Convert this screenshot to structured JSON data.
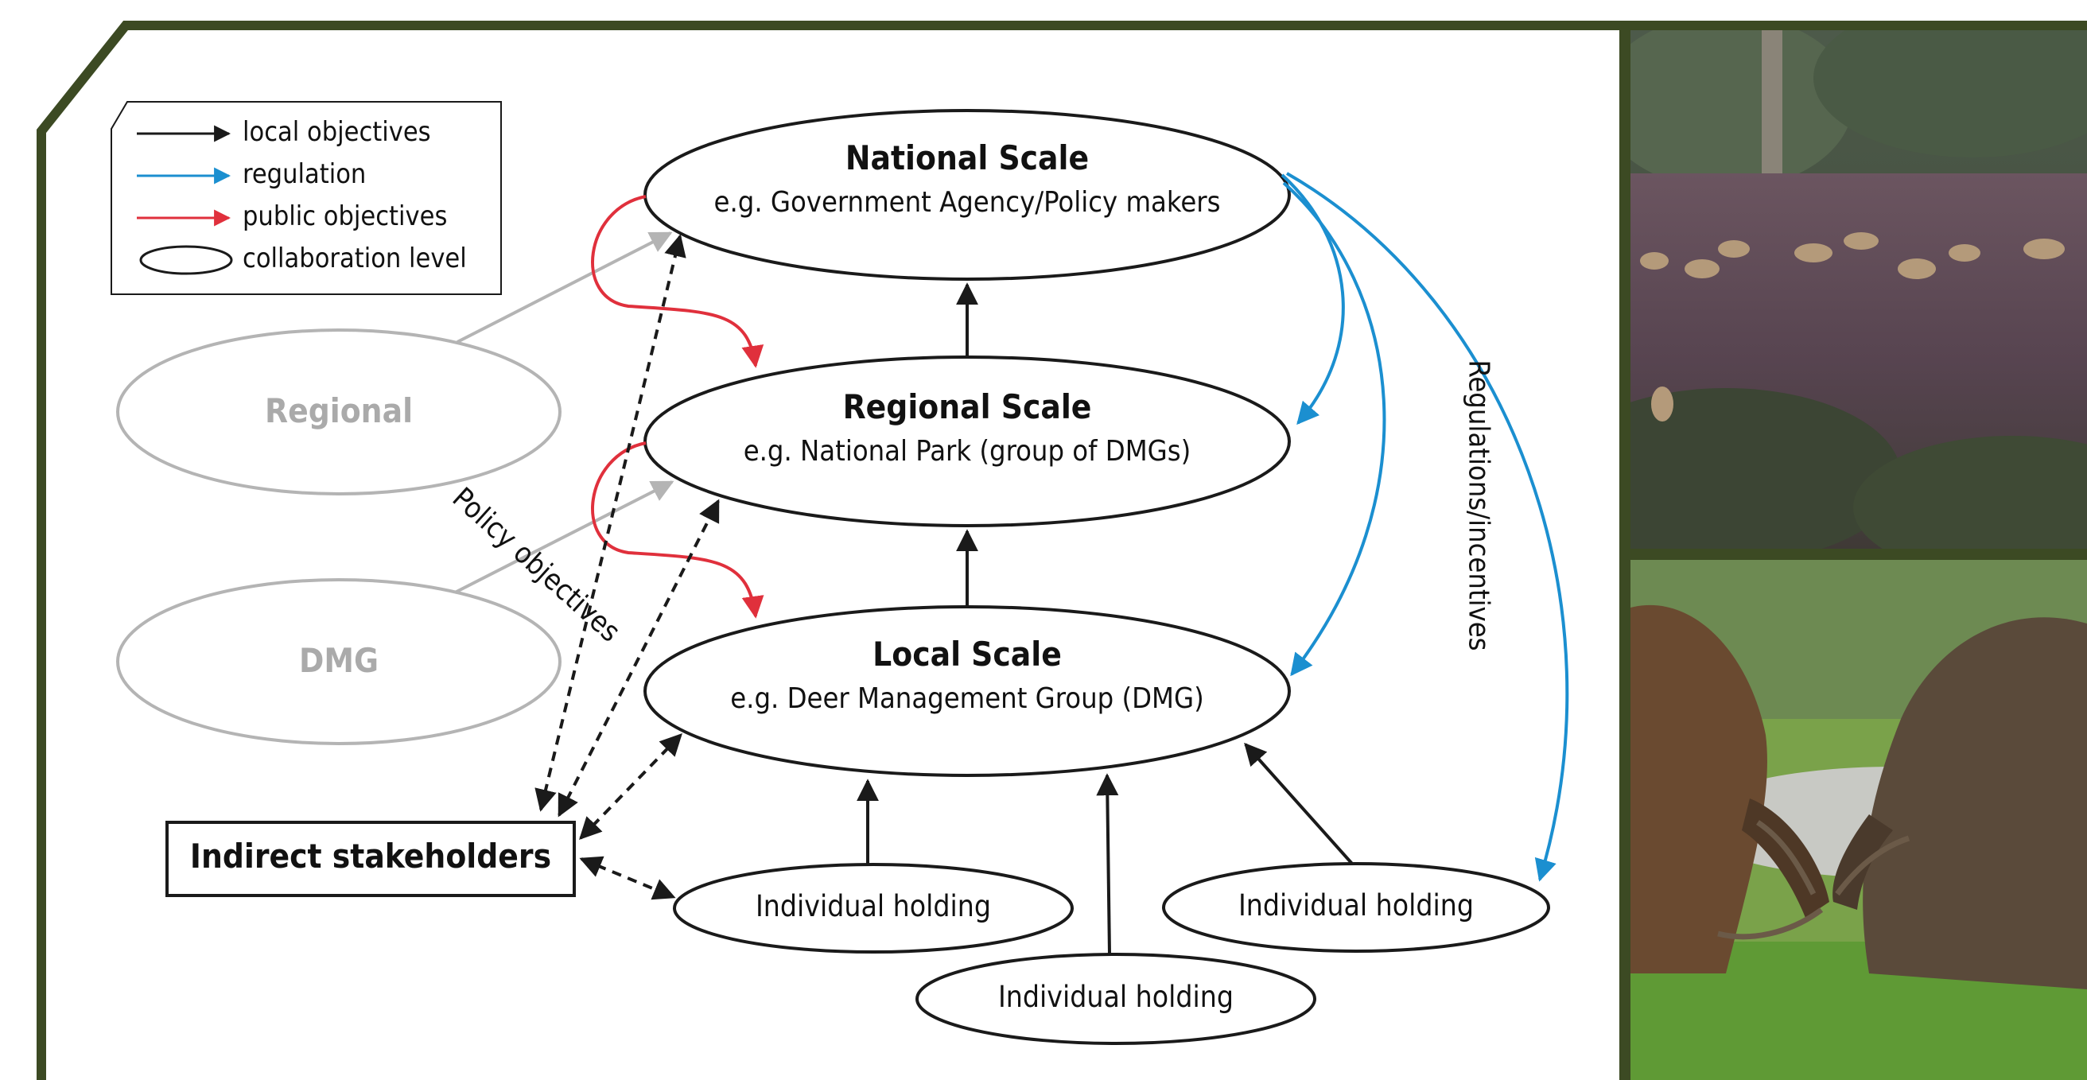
{
  "legend": {
    "items": [
      {
        "label": "local objectives",
        "color": "#1a1a1a",
        "kind": "arrow"
      },
      {
        "label": "regulation",
        "color": "#1b8fd0",
        "kind": "arrow"
      },
      {
        "label": "public objectives",
        "color": "#e0303c",
        "kind": "arrow"
      },
      {
        "label": "collaboration level",
        "color": "#1a1a1a",
        "kind": "ellipse"
      }
    ]
  },
  "levels": {
    "national": {
      "title": "National Scale",
      "subtitle": "e.g. Government Agency/Policy makers"
    },
    "regional": {
      "title": "Regional Scale",
      "subtitle": "e.g. National Park (group of DMGs)"
    },
    "local": {
      "title": "Local Scale",
      "subtitle": "e.g. Deer Management Group (DMG)"
    }
  },
  "side_levels": {
    "regional": "Regional",
    "dmg": "DMG"
  },
  "stakeholders": {
    "label": "Indirect stakeholders"
  },
  "holdings": {
    "left": "Individual holding",
    "right": "Individual holding",
    "bottom": "Individual holding"
  },
  "annotations": {
    "policy": "Policy objectives",
    "regulations": "Regulations/incentives"
  },
  "colors": {
    "frame": "#3c4a23",
    "local": "#1a1a1a",
    "regulation": "#1b8fd0",
    "public": "#e0303c",
    "grey": "#b4b4b4"
  },
  "photos": {
    "top": "red deer herd on heather moorland",
    "bottom": "two red deer stags fighting"
  }
}
